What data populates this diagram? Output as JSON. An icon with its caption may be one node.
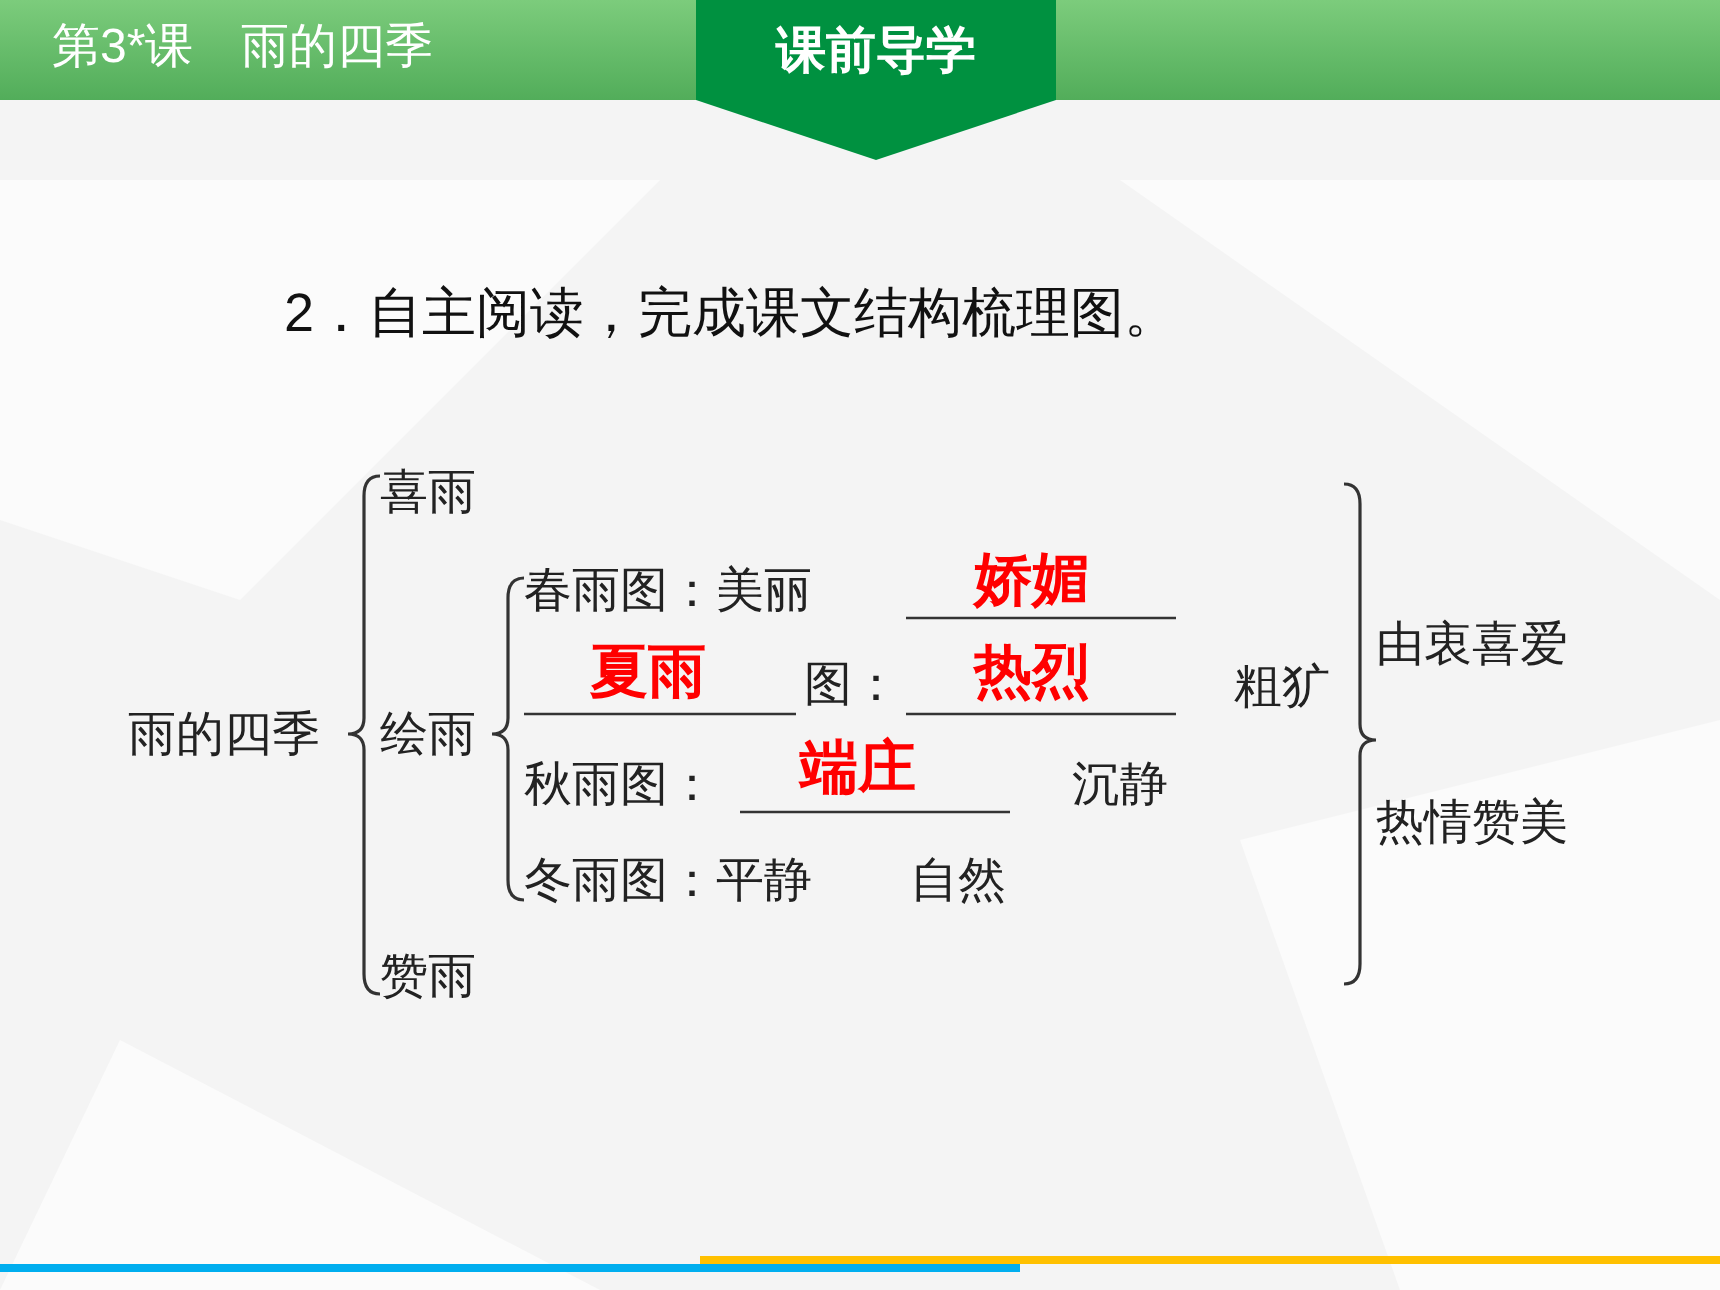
{
  "diagram": {
    "labels": [
      "第3*课　雨的四季",
      "课前导学",
      "2．自主阅读，完成课文结构梳理图。",
      "喜雨",
      "春雨图：美丽",
      "娇媚",
      "夏雨",
      "图：",
      "热烈",
      "粗犷",
      "由衷喜爱",
      "雨的四季",
      "绘雨",
      "秋雨图：",
      "端庄",
      "沉静",
      "热情赞美",
      "冬雨图：平静",
      "自然",
      "赞雨"
    ]
  }
}
